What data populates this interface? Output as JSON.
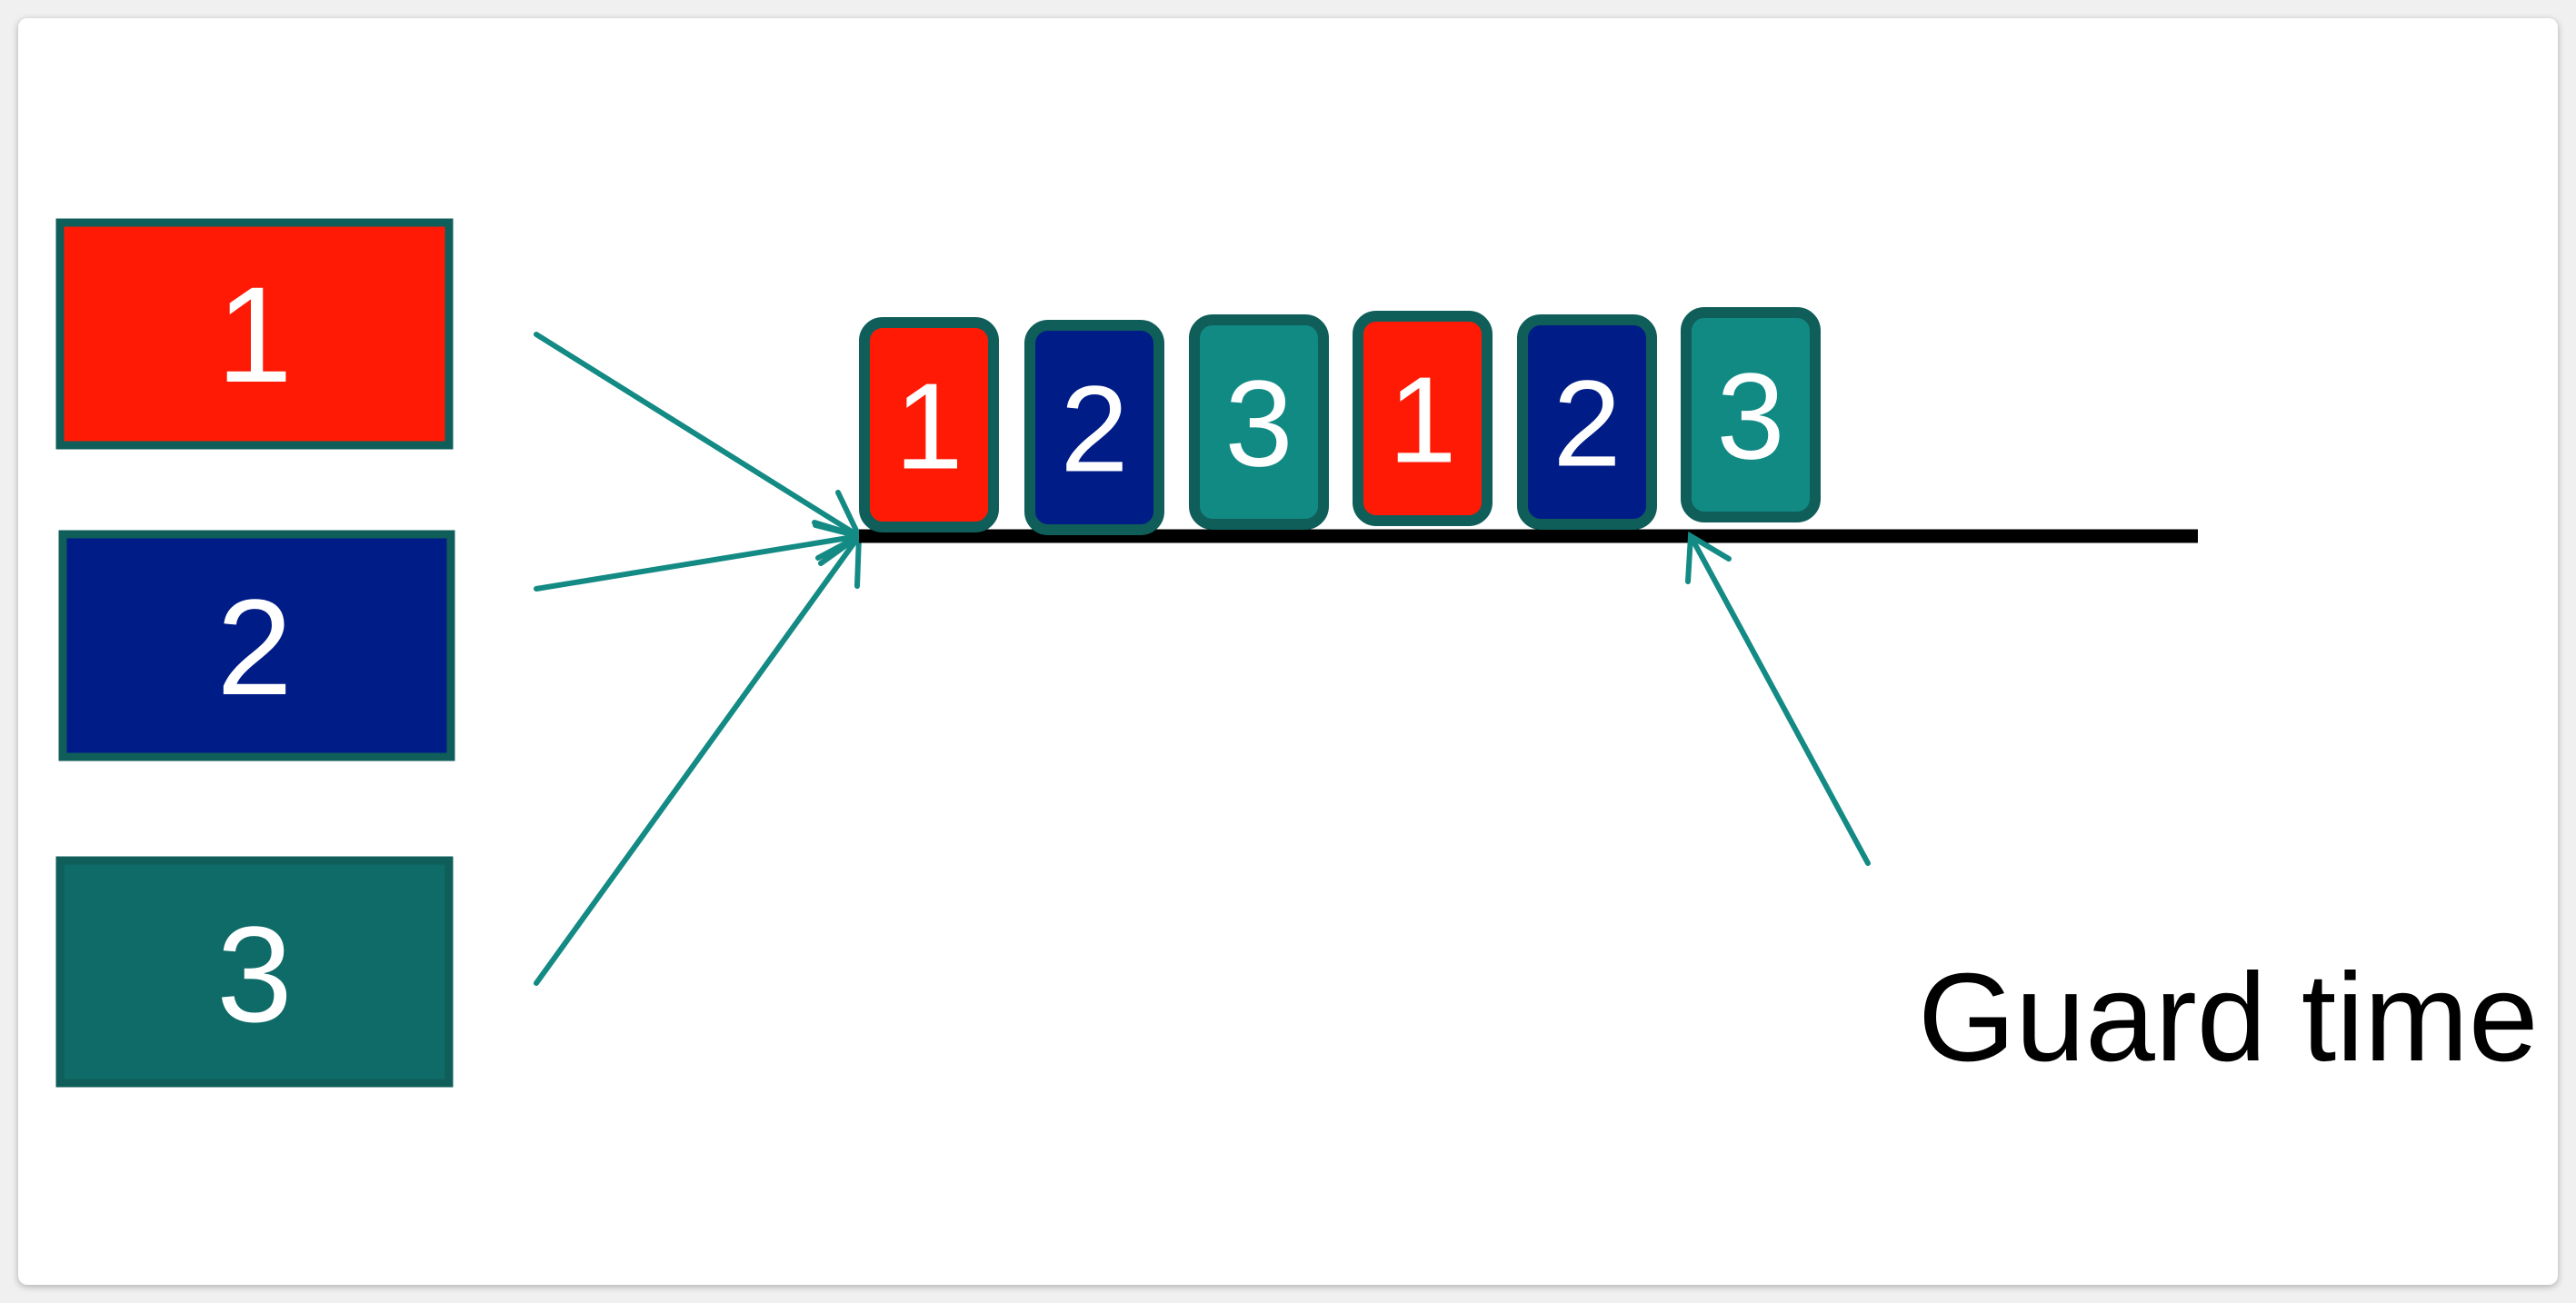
{
  "diagram": {
    "sources": [
      {
        "label": "1",
        "color": "#ff1a05"
      },
      {
        "label": "2",
        "color": "#001c87"
      },
      {
        "label": "3",
        "color": "#0f6b68"
      }
    ],
    "slots": [
      {
        "label": "1",
        "color": "#ff1a05"
      },
      {
        "label": "2",
        "color": "#001c87"
      },
      {
        "label": "3",
        "color": "#118a84"
      },
      {
        "label": "1",
        "color": "#ff1a05"
      },
      {
        "label": "2",
        "color": "#001c87"
      },
      {
        "label": "3",
        "color": "#118a84"
      }
    ],
    "guard_label": "Guard time",
    "colors": {
      "border": "#0f5e59",
      "arrow": "#138a84",
      "line": "#000000",
      "text_on_block": "#ffffff",
      "label_text": "#000000"
    }
  }
}
